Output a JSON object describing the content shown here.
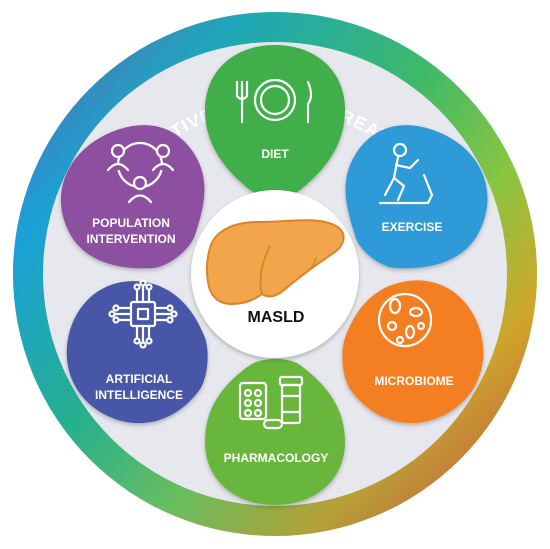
{
  "ring_title": "INTEGRATIVE MODEL TO TREAT MASLD",
  "center": {
    "label": "MASLD",
    "icon": "liver-icon"
  },
  "petals": [
    {
      "key": "diet",
      "label_lines": [
        "DIET"
      ],
      "icon": "plate-cutlery-icon",
      "color": "#3fae49"
    },
    {
      "key": "exercise",
      "label_lines": [
        "EXERCISE"
      ],
      "icon": "treadmill-icon",
      "color": "#2f9ad8"
    },
    {
      "key": "microbiome",
      "label_lines": [
        "MICROBIOME"
      ],
      "icon": "microbes-icon",
      "color": "#f47f20"
    },
    {
      "key": "pharmacology",
      "label_lines": [
        "PHARMACOLOGY"
      ],
      "icon": "pills-bottle-icon",
      "color": "#69b63e"
    },
    {
      "key": "ai",
      "label_lines": [
        "ARTIFICIAL",
        "INTELLIGENCE"
      ],
      "icon": "chip-circuit-icon",
      "color": "#4756a6"
    },
    {
      "key": "population",
      "label_lines": [
        "POPULATION",
        "INTERVENTION"
      ],
      "icon": "people-network-icon",
      "color": "#8d4f9f"
    }
  ],
  "colors": {
    "ring_gradient": [
      "#1aa0d8",
      "#2bb673",
      "#8cc63f",
      "#f7941d",
      "#ef4136",
      "#8e3c97",
      "#3a53a4"
    ],
    "inner_bg": "#e7e8ee",
    "liver": "#f2a54a",
    "liver_stroke": "#d9832a"
  }
}
